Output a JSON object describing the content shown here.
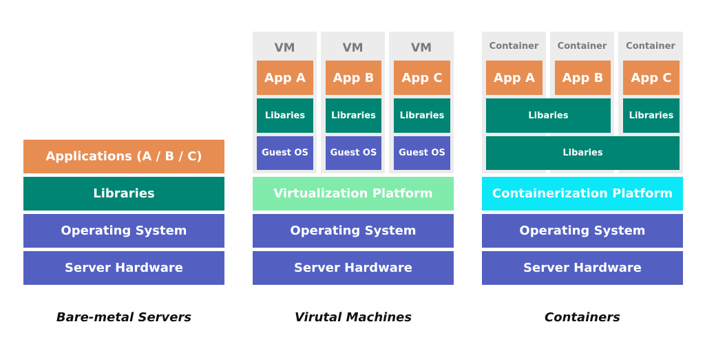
{
  "bare_metal": {
    "caption": "Bare-metal Servers",
    "applications": "Applications (A / B / C)",
    "libraries": "Libraries",
    "os": "Operating System",
    "hardware": "Server Hardware"
  },
  "virtual_machines": {
    "caption": "Virutal Machines",
    "vms": [
      {
        "label": "VM",
        "app": "App A",
        "libraries": "Libaries",
        "guest_os": "Guest OS"
      },
      {
        "label": "VM",
        "app": "App B",
        "libraries": "Libraries",
        "guest_os": "Guest OS"
      },
      {
        "label": "VM",
        "app": "App C",
        "libraries": "Libraries",
        "guest_os": "Guest OS"
      }
    ],
    "platform": "Virtualization Platform",
    "os": "Operating System",
    "hardware": "Server Hardware"
  },
  "containers": {
    "caption": "Containers",
    "containers": [
      {
        "label": "Container",
        "app": "App A"
      },
      {
        "label": "Container",
        "app": "App B"
      },
      {
        "label": "Container",
        "app": "App C"
      }
    ],
    "shared_lib_ab": "Libaries",
    "lib_c": "Libraries",
    "shared_lib_all": "Libaries",
    "platform": "Containerization Platform",
    "os": "Operating System",
    "hardware": "Server Hardware"
  },
  "colors": {
    "app": "#e78d52",
    "libraries": "#008473",
    "os_hardware": "#5360c2",
    "virtualization": "#81ebab",
    "containerization": "#0ce8f7",
    "vm_panel": "#ececec"
  }
}
